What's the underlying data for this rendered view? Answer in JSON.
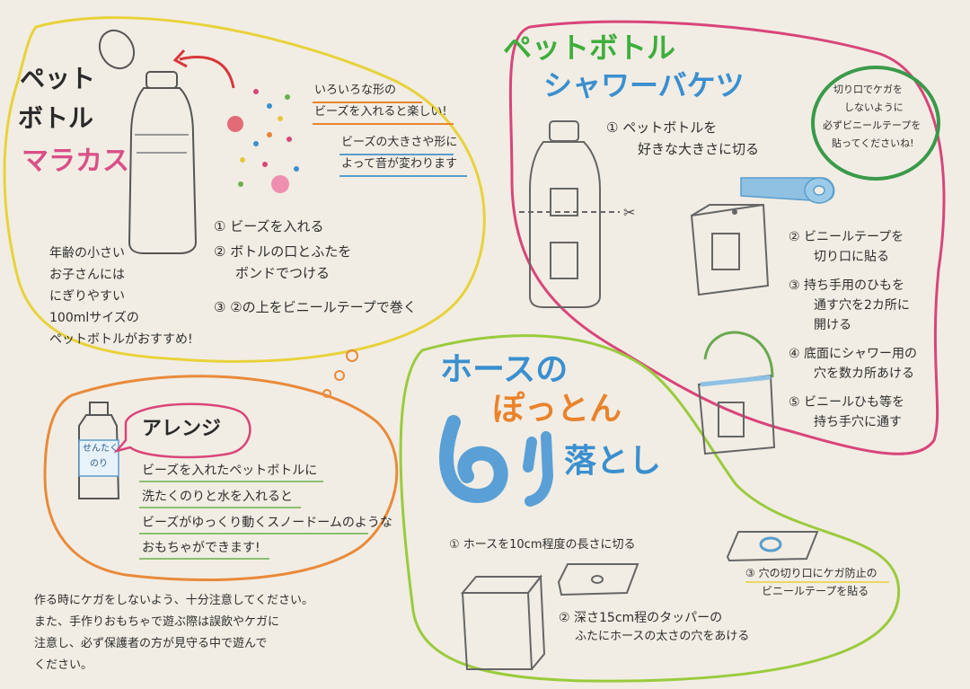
{
  "colors": {
    "paper": "#f1ede4",
    "maracas_blob": "#e8d23a",
    "shower_blob": "#d9457a",
    "hose_blob": "#9acb3c",
    "arrange_blob": "#e98a3a",
    "note_circle": "#3a9a4a",
    "title_dark": "#2a2a2a",
    "title_pink": "#d94f86",
    "title_green": "#3fae3c",
    "title_blue": "#3a8fcf",
    "title_orange": "#e9832c"
  },
  "maracas": {
    "title_line1": "ペット",
    "title_line2": "ボトル",
    "title_line3": "マラカス",
    "caption1_line1": "いろいろな形の",
    "caption1_line2": "ビーズを入れると楽しい!",
    "caption2_line1": "ビーズの大きさや形に",
    "caption2_line2": "よって音が変わります",
    "step1": "① ビーズを入れる",
    "step2_line1": "② ボトルの口とふたを",
    "step2_line2": "ボンドでつける",
    "step3": "③ ②の上をビニールテープで巻く",
    "note_line1": "年齢の小さい",
    "note_line2": "お子さんには",
    "note_line3": "にぎりやすい",
    "note_line4": "100mlサイズの",
    "note_line5": "ペットボトルがおすすめ!"
  },
  "shower": {
    "title_line1": "ペットボトル",
    "title_line2": "シャワーバケツ",
    "step1_line1": "① ペットボトルを",
    "step1_line2": "好きな大きさに切る",
    "step2_line1": "② ビニールテープを",
    "step2_line2": "切り口に貼る",
    "step3_line1": "③ 持ち手用のひもを",
    "step3_line2": "通す穴を2カ所に",
    "step3_line3": "開ける",
    "step4_line1": "④ 底面にシャワー用の",
    "step4_line2": "穴を数カ所あける",
    "step5_line1": "⑤ ビニールひも等を",
    "step5_line2": "持ち手穴に通す",
    "circle_note_line1": "切り口でケガを",
    "circle_note_line2": "しないように",
    "circle_note_line3": "必ずビニールテープを",
    "circle_note_line4": "貼ってくださいね!"
  },
  "arrange": {
    "title": "アレンジ",
    "bottle_label_line1": "せんたく",
    "bottle_label_line2": "のり",
    "text_line1": "ビーズを入れたペットボトルに",
    "text_line2": "洗たくのりと水を入れると",
    "text_line3": "ビーズがゆっくり動くスノードームのような",
    "text_line4": "おもちゃができます!"
  },
  "hose": {
    "title_line1": "ホースの",
    "title_line2": "ぽっとん",
    "title_line3": "落とし",
    "step1": "① ホースを10cm程度の長さに切る",
    "step2_line1": "② 深さ15cm程のタッパーの",
    "step2_line2": "ふたにホースの太さの穴をあける",
    "step3_line1": "③ 穴の切り口にケガ防止の",
    "step3_line2": "ビニールテープを貼る"
  },
  "warning": {
    "line1": "作る時にケガをしないよう、十分注意してください。",
    "line2": "また、手作りおもちゃで遊ぶ際は誤飲やケガに",
    "line3": "注意し、必ず保護者の方が見守る中で遊んで",
    "line4": "ください。"
  }
}
